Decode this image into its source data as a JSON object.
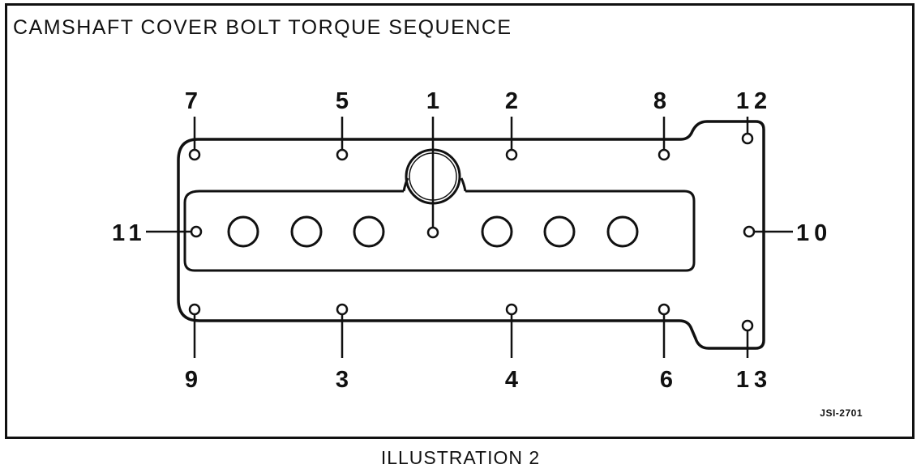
{
  "title": "CAMSHAFT COVER BOLT TORQUE SEQUENCE",
  "caption": "ILLUSTRATION 2",
  "figure_code": "JSI-2701",
  "colors": {
    "ink": "#111111",
    "background": "#ffffff"
  },
  "bolts": [
    {
      "label": "1"
    },
    {
      "label": "2"
    },
    {
      "label": "3"
    },
    {
      "label": "4"
    },
    {
      "label": "5"
    },
    {
      "label": "6"
    },
    {
      "label": "7"
    },
    {
      "label": "8"
    },
    {
      "label": "9"
    },
    {
      "label": "10"
    },
    {
      "label": "11"
    },
    {
      "label": "12"
    },
    {
      "label": "13"
    }
  ]
}
